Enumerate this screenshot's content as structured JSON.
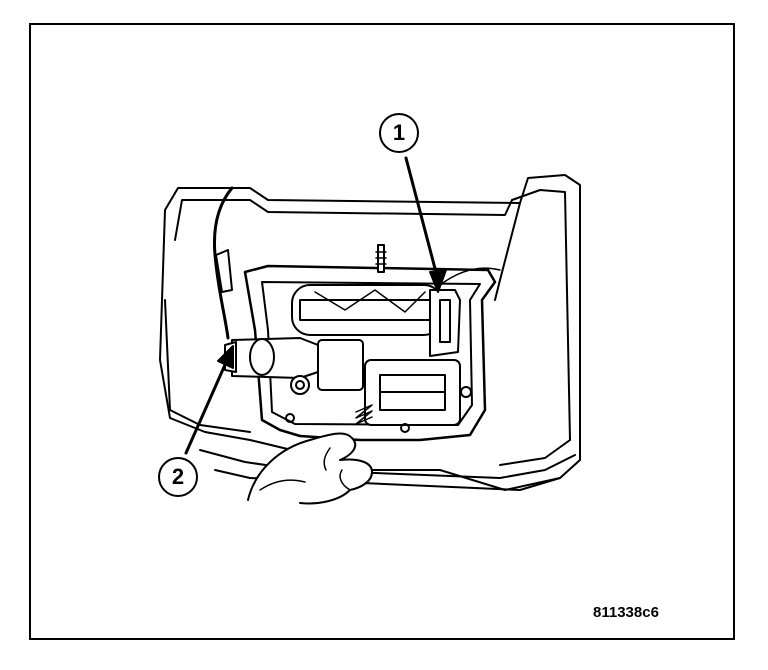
{
  "callouts": [
    {
      "label": "1"
    },
    {
      "label": "2"
    }
  ],
  "figure_id": "811338c6"
}
